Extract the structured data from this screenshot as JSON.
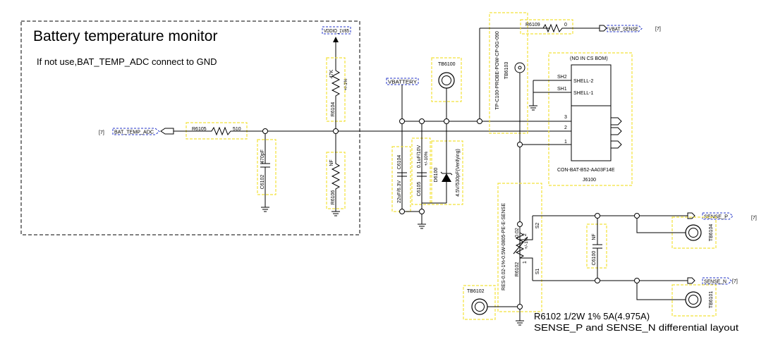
{
  "block": {
    "title": "Battery temperature monitor",
    "note": "If not use,BAT_TEMP_ADC  connect to GND"
  },
  "nets": {
    "vddio": "VDDIO_1V85",
    "vbattery": "VBATTERY",
    "vbat_sense": "VBAT_SENSE",
    "bat_temp_adc": "BAT_TEMP_ADC",
    "sense_p": "SENSE_P",
    "sense_n": "SENSE_N",
    "sheet_ref": "[7]"
  },
  "components": {
    "r6105": {
      "ref": "R6105",
      "value": "510"
    },
    "c6102": {
      "ref": "C6102",
      "value": "470pF"
    },
    "r6104": {
      "ref": "R6104",
      "value": "47K",
      "tol": "+/-1%"
    },
    "r6106": {
      "ref": "R6106",
      "value": "NF"
    },
    "c6104": {
      "ref": "C6104",
      "value": "22uF/6.3V"
    },
    "c6105": {
      "ref": "C6105",
      "value": "0.1uF/10V",
      "tol": "+/-10%"
    },
    "d6100": {
      "ref": "D6100",
      "value": "4.5V/530pF(Verifying)"
    },
    "tb6100": {
      "ref": "TB6100"
    },
    "tb6103": {
      "ref": "TB6103",
      "part": "TP-C100-PROBE-POW-CP-0G-090"
    },
    "r6109": {
      "ref": "R6109",
      "value": "0"
    },
    "j6100": {
      "note": "(NO IN CS BOM)",
      "pin_sh2": "SH2",
      "pin_sh1": "SH1",
      "shell2": "SHELL-2",
      "shell1": "SHELL-1",
      "pin3": "3",
      "pin2": "2",
      "pin1": "1",
      "part": "CON-BAT-B52-AA03F14E",
      "ref": "J6100"
    },
    "r6102": {
      "ref": "R6102",
      "value": "0.02",
      "tol": "+/-1%",
      "part": "RES-0.02-1%-0.5W-0805-PE-E-SENSE",
      "pin_s2": "S2",
      "pin_s1": "S1",
      "pin2": "2",
      "pin1": "1"
    },
    "c6100": {
      "ref": "C6100",
      "value": "NF"
    },
    "tb6104": {
      "ref": "TB6104"
    },
    "tb6101": {
      "ref": "TB6101"
    },
    "tb6102": {
      "ref": "TB6102"
    }
  },
  "notes": {
    "line1": "R6102 1/2W 1% 5A(4.975A)",
    "line2": "SENSE_P and SENSE_N differential layout"
  }
}
